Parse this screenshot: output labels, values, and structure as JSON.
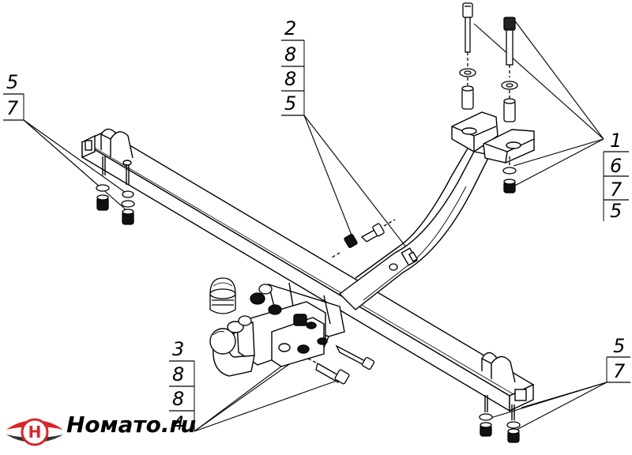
{
  "brand": {
    "text": "Номато.ru",
    "logo_colors": {
      "red": "#d9262b",
      "dark": "#333333"
    }
  },
  "callouts": {
    "top_left": [
      "5",
      "7"
    ],
    "center_top": [
      "2",
      "8",
      "8",
      "5"
    ],
    "right": [
      "1",
      "6",
      "7",
      "5"
    ],
    "bottom_left": [
      "3",
      "8",
      "8",
      "4"
    ],
    "bottom_right": [
      "5",
      "7"
    ]
  }
}
